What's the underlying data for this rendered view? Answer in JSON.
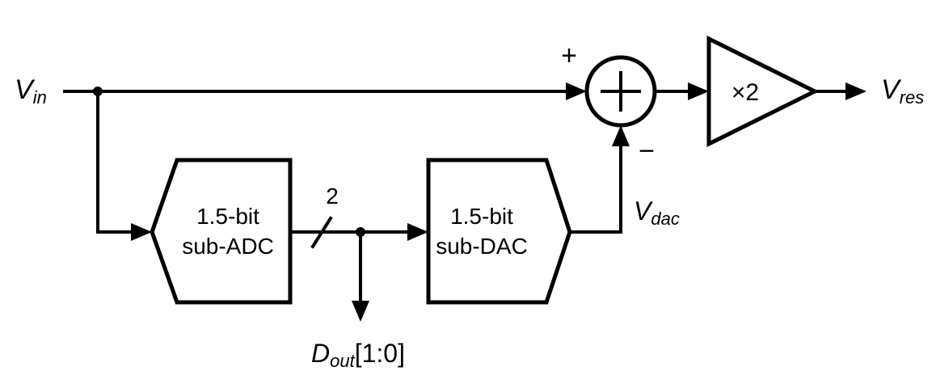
{
  "labels": {
    "vin_main": "V",
    "vin_sub": "in",
    "vres_main": "V",
    "vres_sub": "res",
    "vdac_main": "V",
    "vdac_sub": "dac",
    "dout_main": "D",
    "dout_sub": "out",
    "dout_suffix": "[1:0]",
    "bus_width": "2",
    "plus_sign": "+",
    "minus_sign": "−"
  },
  "blocks": {
    "adc_line1": "1.5-bit",
    "adc_line2": "sub-ADC",
    "dac_line1": "1.5-bit",
    "dac_line2": "sub-DAC",
    "amp_gain": "×2"
  }
}
